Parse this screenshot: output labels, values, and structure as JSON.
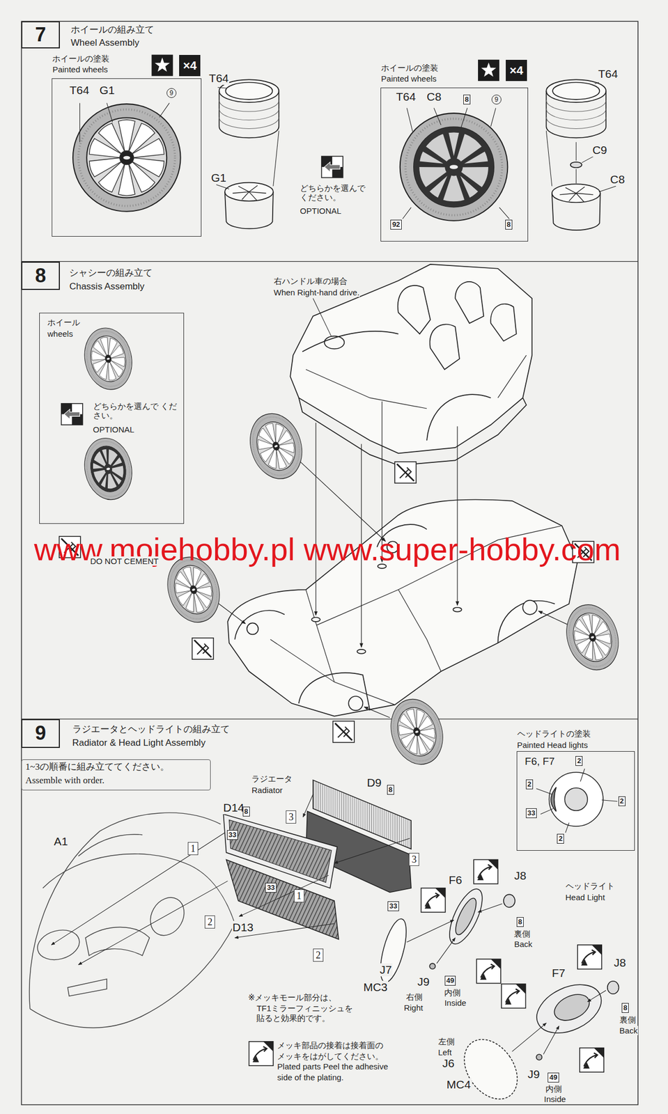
{
  "diagram": {
    "nodes": [
      {
        "text": [
          "7",
          "ホイールの組み立て",
          "Wheel Assembly"
        ]
      },
      {
        "text": [
          "ホイールの塗装",
          "Painted wheels"
        ]
      },
      {
        "text": [
          "ホイールの塗装",
          "Painted wheels"
        ]
      },
      {
        "text": [
          "8",
          "シャシーの組み立て",
          "Chassis Assembly"
        ]
      },
      {
        "text": [
          "ホイール",
          "wheels",
          "どちらかを選んで ください。",
          "OPTIONAL"
        ]
      },
      {
        "text": [
          "9",
          "ラジエータとヘッドライトの組み立て",
          "Radiator & Head Light Assembly"
        ]
      },
      {
        "text": [
          "1~3の順番に組み立ててください。",
          "Assemble with order."
        ]
      },
      {
        "text": [
          "ヘッドライトの塗装",
          "Painted Head lights"
        ]
      }
    ],
    "labels": [
      "T64",
      "G1",
      "9",
      "×4",
      "T64",
      "G1",
      "どちらかを選んで ください。",
      "OPTIONAL",
      "×4",
      "T64",
      "C8",
      "8",
      "9",
      "92",
      "8",
      "T64",
      "C9",
      "C8",
      "右ハンドル車の場合",
      "When Right-hand drive.",
      "www.mojehobby.pl www.super-hobby.com",
      "DO NOT CEMENT",
      "ラジエータ",
      "Radiator",
      "D9",
      "8",
      "D14",
      "8",
      "33",
      "3",
      "3",
      "1",
      "1",
      "2",
      "2",
      "33",
      "D13",
      "33",
      "A1",
      "F6",
      "J8",
      "8",
      "裏側",
      "Back",
      "J7",
      "MC3",
      "J9",
      "49",
      "内側",
      "Inside",
      "右側",
      "Right",
      "ヘッドライト",
      "Head Light",
      "※メッキモール部分は、",
      "TF1ミラーフィニッシュを",
      "貼ると効果的です。",
      "F7",
      "J8",
      "8",
      "裏側",
      "Back",
      "メッキ部品の接着は接着面の",
      "メッキをはがしてください。",
      "Plated parts Peel the adhesive",
      "side of the plating.",
      "左側",
      "Left",
      "J6",
      "MC4",
      "J9",
      "49",
      "内側",
      "Inside",
      "F6, F7",
      "2",
      "2",
      "2",
      "33",
      "2"
    ]
  }
}
